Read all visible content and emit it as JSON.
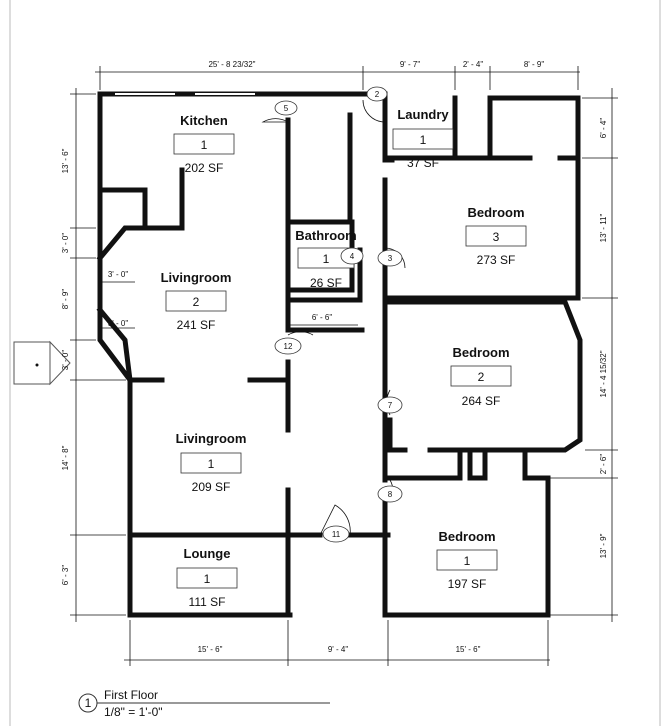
{
  "drawing": {
    "view_number": "1",
    "view_name": "First Floor",
    "scale": "1/8\" = 1'-0\""
  },
  "rooms": [
    {
      "id": "kitchen",
      "name": "Kitchen",
      "number": "1",
      "area": "202 SF"
    },
    {
      "id": "laundry",
      "name": "Laundry",
      "number": "1",
      "area": "37 SF"
    },
    {
      "id": "bathroom",
      "name": "Bathroom",
      "number": "1",
      "area": "26 SF"
    },
    {
      "id": "livingroom2",
      "name": "Livingroom",
      "number": "2",
      "area": "241 SF"
    },
    {
      "id": "bedroom3",
      "name": "Bedroom",
      "number": "3",
      "area": "273 SF"
    },
    {
      "id": "bedroom2",
      "name": "Bedroom",
      "number": "2",
      "area": "264 SF"
    },
    {
      "id": "livingroom1",
      "name": "Livingroom",
      "number": "1",
      "area": "209 SF"
    },
    {
      "id": "lounge",
      "name": "Lounge",
      "number": "1",
      "area": "111 SF"
    },
    {
      "id": "bedroom1",
      "name": "Bedroom",
      "number": "1",
      "area": "197 SF"
    }
  ],
  "door_tags": [
    "2",
    "3",
    "4",
    "5",
    "7",
    "8",
    "11",
    "12"
  ],
  "dimensions": {
    "top": [
      "25' - 8 23/32\"",
      "9' - 7\"",
      "2' - 4\"",
      "8' - 9\""
    ],
    "bottom": [
      "15' - 6\"",
      "9' - 4\"",
      "15' - 6\""
    ],
    "left": [
      "13' - 6\"",
      "3' - 0\"",
      "8' - 9\"",
      "3' - 0\"",
      "14' - 8\"",
      "6' - 3\""
    ],
    "right": [
      "6' - 4\"",
      "13' - 11\"",
      "14' - 4 15/32\"",
      "2' - 6\"",
      "13' - 9\""
    ],
    "interior": [
      "3' - 0\"",
      "3' - 0\"",
      "6' - 6\""
    ]
  }
}
